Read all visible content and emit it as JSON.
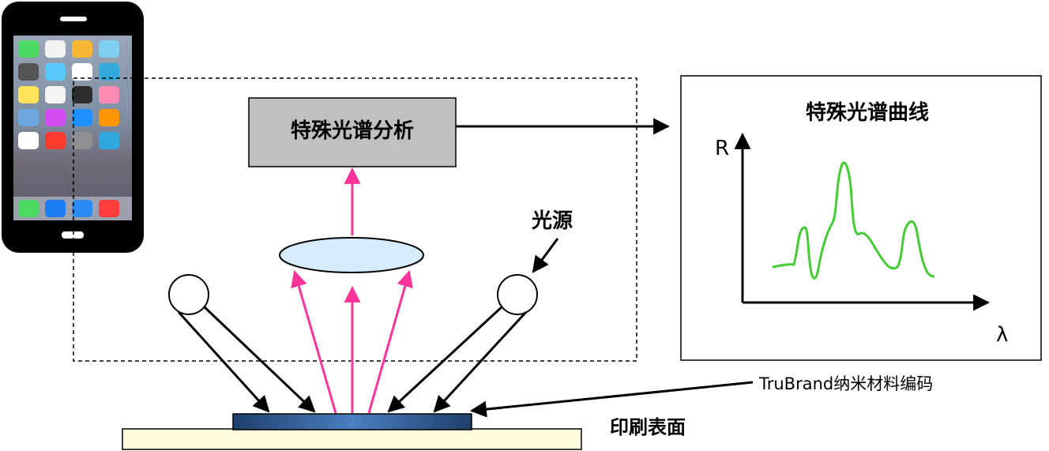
{
  "analysis_box": {
    "label": "特殊光谱分析"
  },
  "light_source_label": "光源",
  "spectrum_panel": {
    "title": "特殊光谱曲线",
    "y_axis_label": "R",
    "x_axis_label": "λ"
  },
  "material_label": "TruBrand纳米材料编码",
  "surface_label": "印刷表面",
  "colors": {
    "reflected_light": "#ff3399",
    "incident_light": "#000000",
    "spectrum_curve": "#44cc33",
    "analysis_box_fill": "#c0c0c0",
    "lens_fill": "#d6ecfb",
    "surface_fill": "#fffbdd",
    "material_fill": "#1f3f6b"
  },
  "icons": {
    "phone": "smartphone-icon"
  }
}
